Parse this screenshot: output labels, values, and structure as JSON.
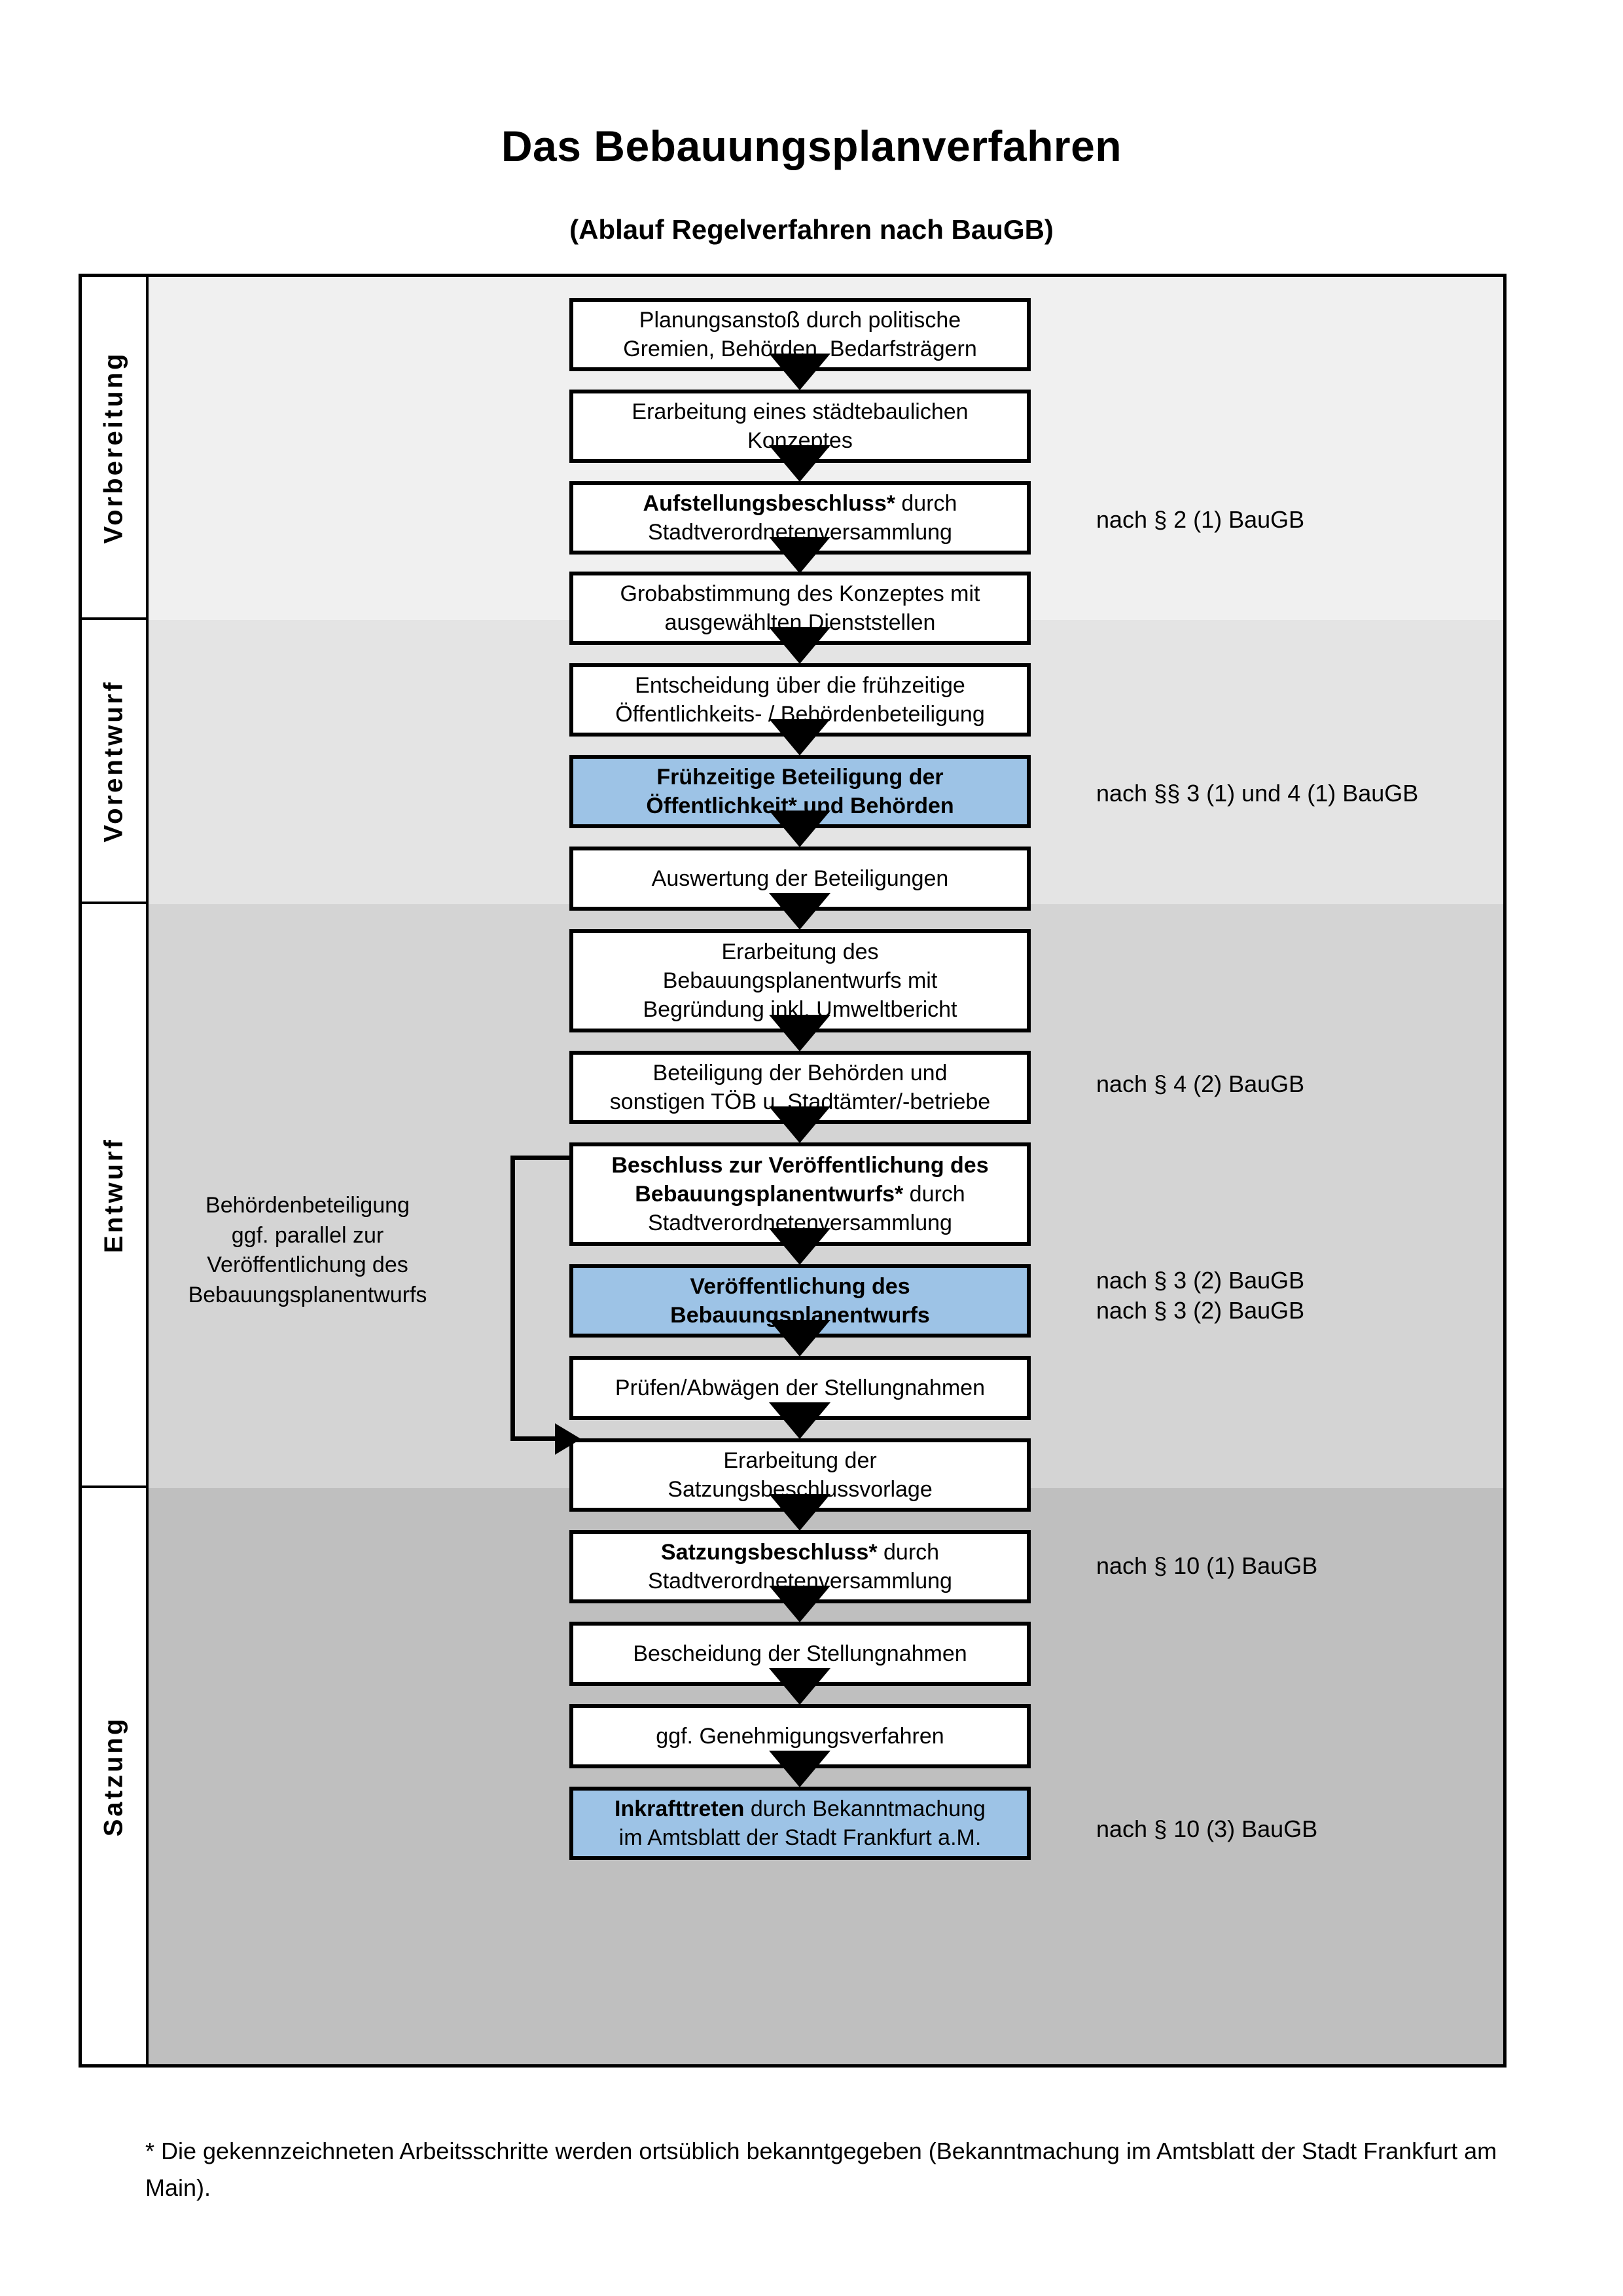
{
  "document": {
    "title": "Das Bebauungsplanverfahren",
    "subtitle": "(Ablauf Regelverfahren nach BauGB)",
    "footnote": "* Die gekennzeichneten Arbeitsschritte werden ortsüblich bekanntgegeben (Bekanntmachung im Amtsblatt  der Stadt Frankfurt am Main)."
  },
  "colors": {
    "highlight_blue": "#9dc3e6",
    "band_vorbereitung": "#f0f0f0",
    "band_vorentwurf": "#e4e4e4",
    "band_entwurf": "#d4d4d4",
    "band_satzung": "#bfbfbf",
    "outline": "#000000"
  },
  "phases": [
    {
      "label": "Vorbereitung"
    },
    {
      "label": "Vorentwurf"
    },
    {
      "label": "Entwurf"
    },
    {
      "label": "Satzung"
    }
  ],
  "steps": [
    {
      "id": "planungsanstoss",
      "line1": "Planungsanstoß durch politische",
      "line2": "Gremien, Behörden, Bedarfsträgern",
      "highlighted": false,
      "bold_prefix": ""
    },
    {
      "id": "staedtebauliches-konzept",
      "line1": "Erarbeitung eines städtebaulichen",
      "line2": "Konzeptes",
      "highlighted": false,
      "bold_prefix": ""
    },
    {
      "id": "aufstellungsbeschluss",
      "line1": "Aufstellungsbeschluss* durch",
      "line2": "Stadtverordnetenversammlung",
      "highlighted": false,
      "bold_prefix": "Aufstellungsbeschluss*"
    },
    {
      "id": "grobabstimmung",
      "line1": "Grobabstimmung des Konzeptes mit",
      "line2": "ausgewählten Dienststellen",
      "highlighted": false,
      "bold_prefix": ""
    },
    {
      "id": "entscheidung-fruehzeitige",
      "line1": "Entscheidung über die frühzeitige",
      "line2": "Öffentlichkeits- / Behördenbeteiligung",
      "highlighted": false,
      "bold_prefix": ""
    },
    {
      "id": "fruehzeitige-beteiligung",
      "line1": "Frühzeitige Beteiligung der",
      "line2": "Öffentlichkeit* und Behörden",
      "highlighted": true,
      "bold_prefix": "ALL"
    },
    {
      "id": "auswertung-beteiligungen",
      "line1": "Auswertung der Beteiligungen",
      "line2": "",
      "highlighted": false,
      "bold_prefix": ""
    },
    {
      "id": "erarbeitung-bplanentwurf",
      "line1": "Erarbeitung des",
      "line2": "Bebauungsplanentwurfs mit",
      "line3": "Begründung inkl. Umweltbericht",
      "highlighted": false,
      "bold_prefix": ""
    },
    {
      "id": "beteiligung-behoerden-toeb",
      "line1": "Beteiligung der Behörden und",
      "line2": "sonstigen TÖB u. Stadtämter/-betriebe",
      "highlighted": false,
      "bold_prefix": ""
    },
    {
      "id": "beschluss-veroeffentlichung",
      "line1": "Beschluss zur Veröffentlichung des",
      "line2": "Bebauungsplanentwurfs* durch",
      "line3": "Stadtverordnetenversammlung",
      "highlighted": false,
      "bold_prefix": "Beschluss zur Veröffentlichung des Bebauungsplanentwurfs*"
    },
    {
      "id": "veroeffentlichung-bplanentwurf",
      "line1": "Veröffentlichung des",
      "line2": "Bebauungsplanentwurfs",
      "highlighted": true,
      "bold_prefix": "ALL"
    },
    {
      "id": "pruefen-abwaegen",
      "line1": "Prüfen/Abwägen der Stellungnahmen",
      "line2": "",
      "highlighted": false,
      "bold_prefix": ""
    },
    {
      "id": "erarbeitung-satzungsvorlage",
      "line1": "Erarbeitung der",
      "line2": "Satzungsbeschlussvorlage",
      "highlighted": false,
      "bold_prefix": ""
    },
    {
      "id": "satzungsbeschluss",
      "line1": "Satzungsbeschluss* durch",
      "line2": "Stadtverordnetenversammlung",
      "highlighted": false,
      "bold_prefix": "Satzungsbeschluss*"
    },
    {
      "id": "bescheidung-stellungnahmen",
      "line1": "Bescheidung der Stellungnahmen",
      "line2": "",
      "highlighted": false,
      "bold_prefix": ""
    },
    {
      "id": "genehmigungsverfahren",
      "line1": "ggf. Genehmigungsverfahren",
      "line2": "",
      "highlighted": false,
      "bold_prefix": ""
    },
    {
      "id": "inkrafttreten",
      "line1": "Inkrafttreten durch Bekanntmachung",
      "line2": "im Amtsblatt der Stadt Frankfurt a.M.",
      "highlighted": true,
      "bold_prefix": "Inkrafttreten"
    }
  ],
  "legal_refs": [
    {
      "id": "ref-par2-1",
      "text": "nach § 2 (1) BauGB"
    },
    {
      "id": "ref-par3-1-4-1",
      "text": "nach §§ 3 (1) und 4 (1) BauGB"
    },
    {
      "id": "ref-par4-2",
      "text": "nach § 4 (2) BauGB"
    },
    {
      "id": "ref-par3-2-a",
      "text": "nach § 3 (2) BauGB"
    },
    {
      "id": "ref-par3-2-b",
      "text": "nach § 3 (2) BauGB"
    },
    {
      "id": "ref-par10-1",
      "text": "nach § 10 (1) BauGB"
    },
    {
      "id": "ref-par10-3",
      "text": "nach § 10 (3) BauGB"
    }
  ],
  "side_note": {
    "line1": "Behördenbeteiligung",
    "line2": "ggf. parallel zur",
    "line3": "Veröffentlichung des",
    "line4": "Bebauungsplanentwurfs"
  }
}
